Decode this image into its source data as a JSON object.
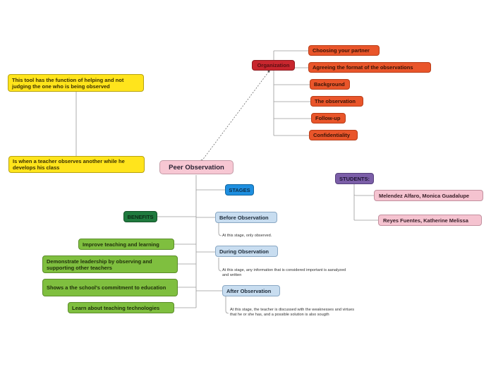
{
  "center": {
    "label": "Peer  Observation"
  },
  "organization": {
    "label": "Organization",
    "items": [
      "Choosing your partner",
      "Agreeing the format of the observations",
      "Background",
      "The observation",
      "Follow-up",
      "Confidentiality"
    ]
  },
  "definitions": [
    "This tool has the function of helping and not judging the one who is being observed",
    "Is when a teacher observes another while he develops his class"
  ],
  "stages": {
    "label": "STAGES",
    "items": [
      {
        "title": "Before Observation",
        "note": "At this stage, only observed."
      },
      {
        "title": "During Observation",
        "note": "At this stage, any information that is considered important is aanalyzed and written"
      },
      {
        "title": "After Observation",
        "note": "At this stage, the teacher is discussed with the weaknesses and virtues that he or she has, and a possible solution is also sougth"
      }
    ]
  },
  "benefits": {
    "label": "BENEFITS",
    "items": [
      "Improve teaching and learning",
      "Demonstrate leadership by observing and supporting other teachers",
      "Shows a the school's commitment to education",
      "Learn about teaching technologies"
    ]
  },
  "students": {
    "label": "STUDENTS:",
    "items": [
      "Melendez Alfaro, Monica Guadalupe",
      "Reyes Fuentes, Katherine Melissa"
    ]
  }
}
